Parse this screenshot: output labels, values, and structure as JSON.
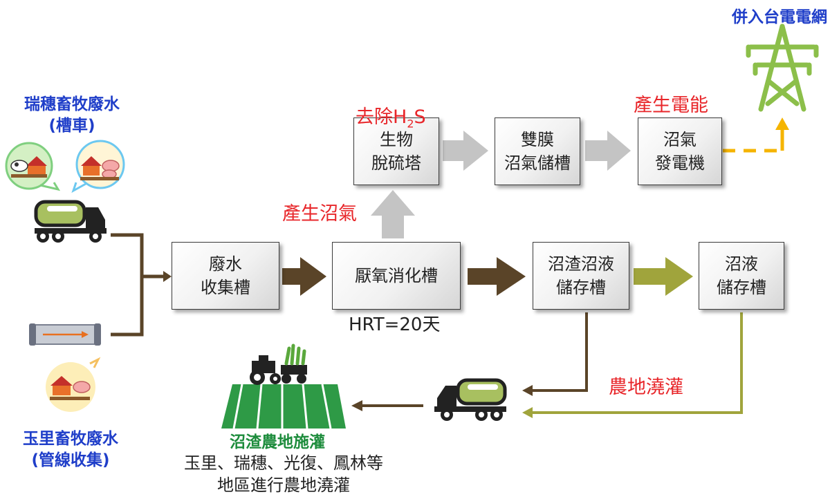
{
  "colors": {
    "brown": "#5a4428",
    "olive": "#a0a43c",
    "gray_arrow": "#c4c4c4",
    "orange": "#f5b400",
    "tower_green": "#8cbf4a",
    "red_label": "#e8262a",
    "blue_label": "#1f3ec9",
    "green_label": "#1d8c3c"
  },
  "sources": {
    "ruisui": "瑞穗畜牧廢水\n(槽車)",
    "yuli": "玉里畜牧廢水\n(管線收集)"
  },
  "boxes": {
    "collection_tank": "廢水\n收集槽",
    "anaerobic_digester": "厭氧消化槽",
    "bio_desulfurization": "生物\n脫硫塔",
    "membrane_storage": "雙膜\n沼氣儲槽",
    "generator": "沼氣\n發電機",
    "residue_storage": "沼渣沼液\n儲存槽",
    "liquid_storage": "沼液\n儲存槽"
  },
  "labels": {
    "h2s_prefix": "去除H",
    "h2s_sub": "2",
    "h2s_suffix": "S",
    "produce_biogas": "產生沼氣",
    "produce_power": "產生電能",
    "grid": "併入台電電網",
    "hrt": "HRT=20天",
    "irrigation": "農地澆灌",
    "residue_irrigation": "沼渣農地施灌",
    "areas": "玉里、瑞穗、光復、鳳林等\n地區進行農地澆灌"
  },
  "icons": [
    "cow-farm-icon",
    "pig-farm-icon",
    "tanker-truck-icon",
    "pipe-icon",
    "pig-farm-small-icon",
    "transmission-tower-icon",
    "tractor-field-icon",
    "tanker-truck-bottom-icon"
  ]
}
